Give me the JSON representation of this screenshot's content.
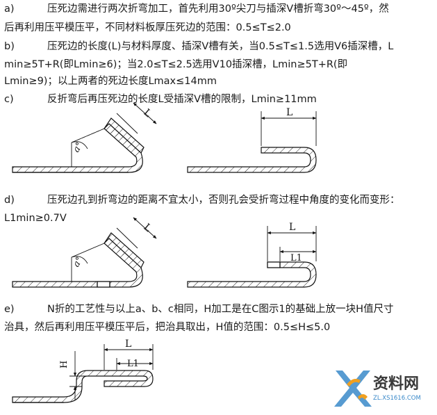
{
  "sections": {
    "a": {
      "label": "a)",
      "line1": "压死边需进行两次折弯加工，首先利用30º尖刀与插深V槽折弯30º～45º，然",
      "line2": "后再利用压平模压平，不同材料板厚压死边的范围：0.5≤T≤2.0"
    },
    "b": {
      "label": "b)",
      "line1": "压死边的长度(L)与材料厚度、插深V槽有关，当0.5≤T≤1.5选用V6插深槽，L",
      "line2": "min≥5T+R(即Lmin≥6)；当2.0≤T≤2.5选用V10插深槽，Lmin≥5T+R(即",
      "line3": "Lmin≥9)；以上两者的死边长度Lmax≤14mm"
    },
    "c": {
      "label": "c)",
      "line1": "反折弯后再压死边的长度L受插深V槽的限制，Lmin≥11mm"
    },
    "d": {
      "label": "d)",
      "line1": "压死边孔到折弯边的距离不宜太小，否则孔会受折弯过程中角度的变化而变形：",
      "line2": "L1min≥0.7V"
    },
    "e": {
      "label": "e)",
      "line1": "N折的工艺性与以上a、b、c相同，H加工是在C图示1的基础上放一块H值尺寸",
      "line2": "治具，然后再利用压平模压平后，把治具取出，H值的范围：0.5≤H≤5.0"
    }
  },
  "figures": {
    "angle": "a°",
    "length": "L",
    "length1": "L1",
    "height": "H"
  },
  "watermark": {
    "brand": "资料网",
    "url": "ZL.XS1616.COM"
  }
}
